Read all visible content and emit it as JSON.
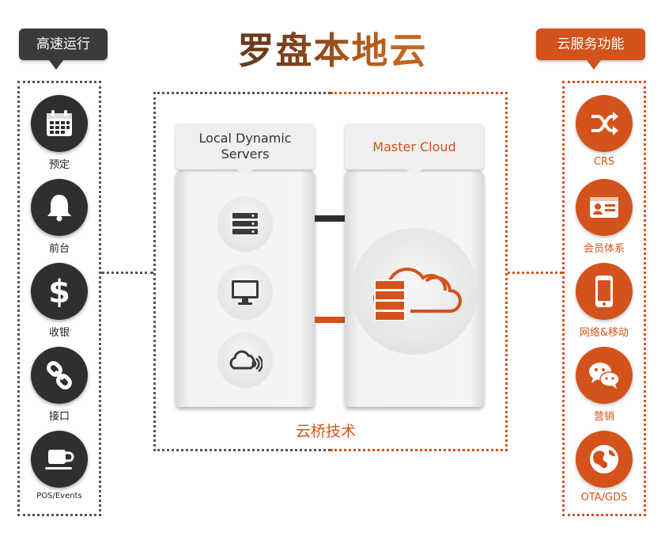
{
  "title": "罗盘本地云",
  "left_tag": "高速运行",
  "right_tag": "云服务功能",
  "left_features": [
    {
      "label": "预定",
      "icon": "calendar-icon"
    },
    {
      "label": "前台",
      "icon": "bell-icon"
    },
    {
      "label": "收银",
      "icon": "dollar-icon"
    },
    {
      "label": "接口",
      "icon": "chain-link-icon"
    },
    {
      "label": "POS/Events",
      "icon": "coffee-cup-icon"
    }
  ],
  "right_features": [
    {
      "label": "CRS",
      "icon": "shuffle-icon"
    },
    {
      "label": "会员体系",
      "icon": "member-card-icon"
    },
    {
      "label": "网络&移动",
      "icon": "mobile-phone-icon"
    },
    {
      "label": "营销",
      "icon": "wechat-icon"
    },
    {
      "label": "OTA/GDS",
      "icon": "globe-icon"
    }
  ],
  "local_panel": {
    "header": "Local Dynamic Servers",
    "icons": [
      "server-stack-icon",
      "monitor-icon",
      "cloud-signal-icon"
    ]
  },
  "cloud_panel": {
    "header": "Master Cloud",
    "icon": "cloud-server-icon"
  },
  "bridge_label": "云桥技术",
  "colors": {
    "dark": "#2f2f2f",
    "accent": "#d4521b",
    "title_start": "#4a3326",
    "title_end": "#c5661f"
  }
}
